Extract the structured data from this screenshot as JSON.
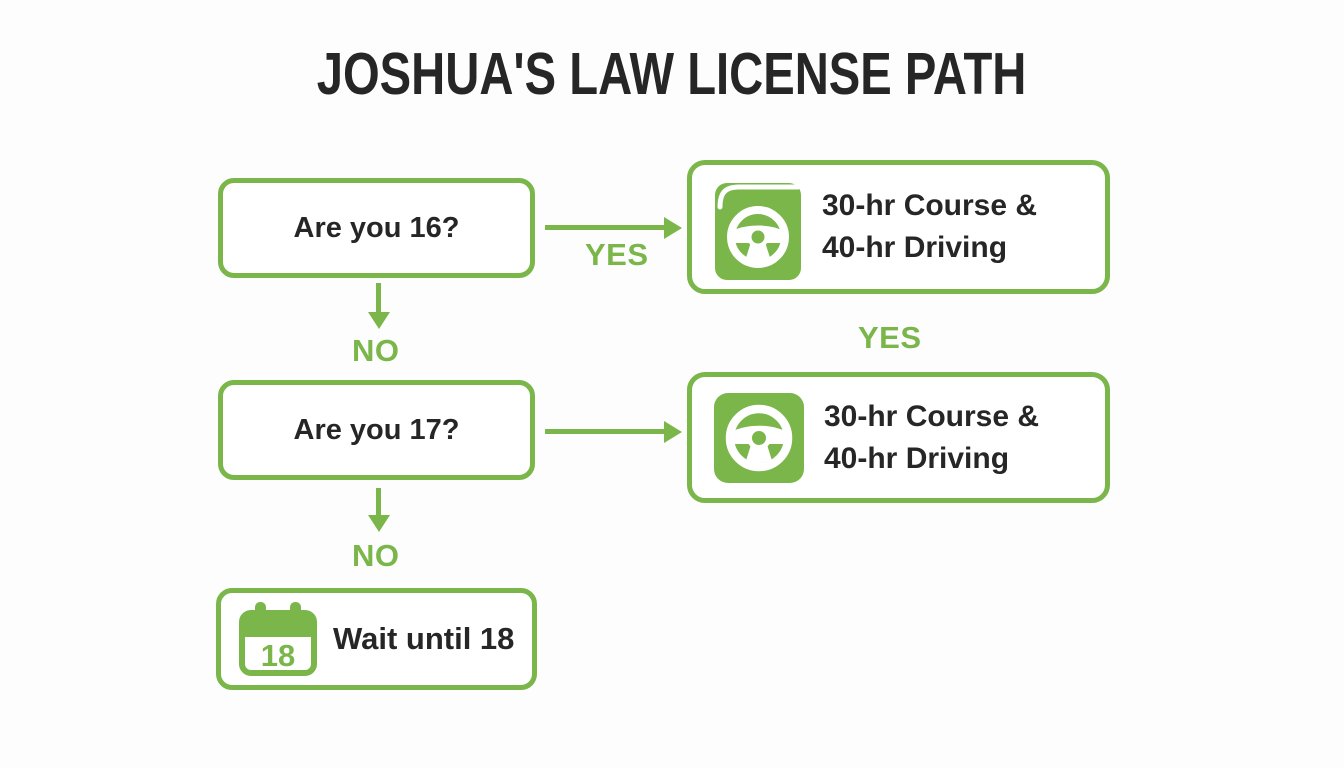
{
  "title": "JOSHUA'S LAW LICENSE PATH",
  "colors": {
    "green": "#7ab64a",
    "dark": "#262626",
    "background": "#fdfdfd"
  },
  "flow": {
    "question1": {
      "label": "Are you 16?"
    },
    "yes_label_1": "YES",
    "no_label_1": "NO",
    "result1": {
      "icon": "drivers-ed-book-steering-wheel-icon",
      "line1": "30-hr Course &",
      "line2": "40-hr Driving"
    },
    "question2": {
      "label": "Are you 17?"
    },
    "yes_label_2": "YES",
    "no_label_2": "NO",
    "result2": {
      "icon": "steering-wheel-icon",
      "line1": "30-hr Course &",
      "line2": "40-hr Driving"
    },
    "wait_box": {
      "icon": "calendar-18-icon",
      "calendar_number": "18",
      "label": "Wait until 18"
    }
  }
}
